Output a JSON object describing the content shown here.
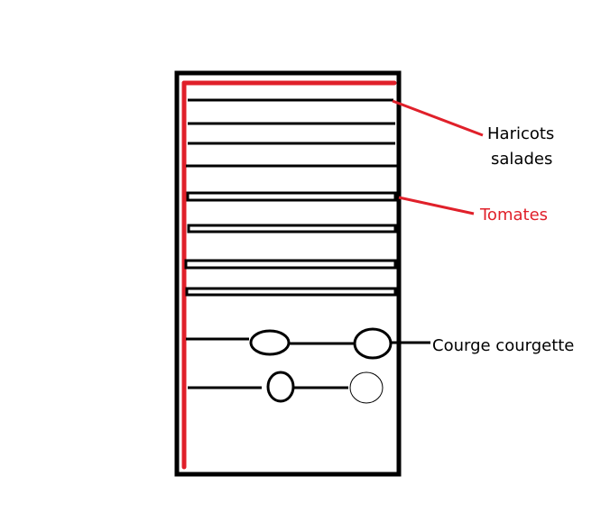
{
  "colors": {
    "black": "#000000",
    "red": "#e0202a"
  },
  "labels": {
    "haricots_line1": "Haricots",
    "haricots_line2": "salades",
    "tomates": "Tomates",
    "courge": "Courge courgette"
  }
}
